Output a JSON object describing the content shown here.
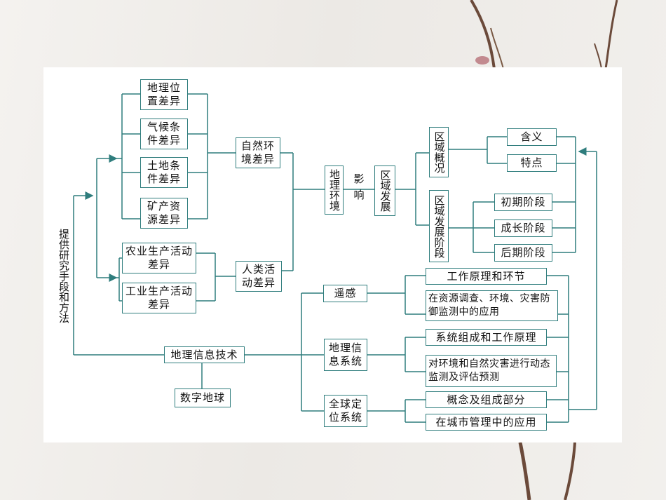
{
  "nodes": {
    "location": "地理位置差异",
    "climate": "气候条件差异",
    "land": "土地条件差异",
    "mineral": "矿产资源差异",
    "natural": "自然环境差异",
    "agri": "农业生产活动差异",
    "industry": "工业生产活动差异",
    "human": "人类活动差异",
    "geoenv": "地理环境",
    "influence": "影响",
    "regional_dev": "区域发展",
    "overview": "区域概况",
    "meaning": "含义",
    "feature": "特点",
    "stages": "区域发展阶段",
    "early": "初期阶段",
    "growth": "成长阶段",
    "late": "后期阶段",
    "methods": "提供研究手段和方法",
    "git": "地理信息技术",
    "digital_earth": "数字地球",
    "rs": "遥感",
    "rs_principle": "工作原理和环节",
    "rs_app": "在资源调查、环境、灾害防御监测中的应用",
    "gis": "地理信息系统",
    "gis_compose": "系统组成和工作原理",
    "gis_app": "对环境和自然灾害进行动态监测及评估预测",
    "gps": "全球定位系统",
    "gps_concept": "概念及组成部分",
    "gps_app": "在城市管理中的应用"
  },
  "colors": {
    "line": "#2f7d7d",
    "text": "#111111",
    "panel": "#ffffff",
    "background": "#f1efec",
    "twig": "#6b4a3a"
  }
}
